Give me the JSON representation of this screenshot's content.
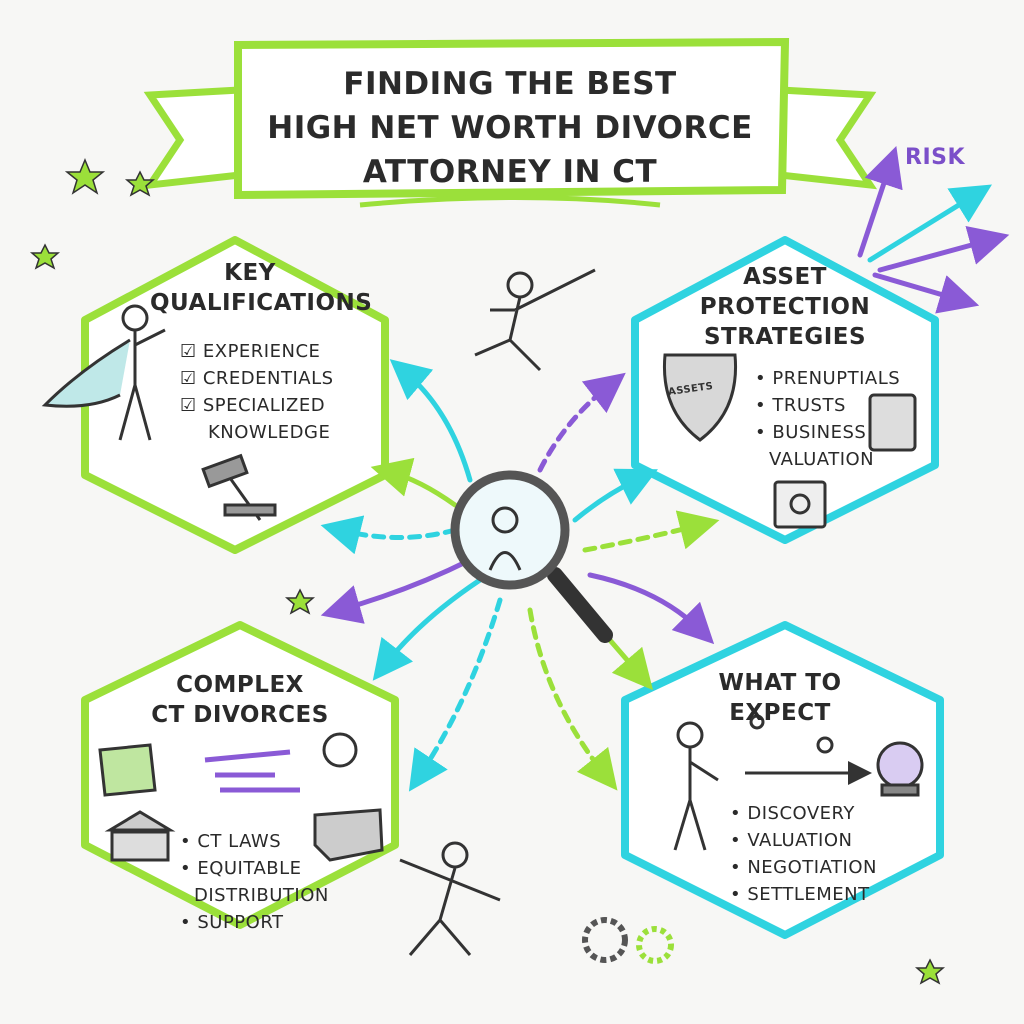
{
  "title": {
    "line1": "Finding the best",
    "line2": "High net worth divorce",
    "line3": "attorney in CT"
  },
  "risk_label": "Risk",
  "colors": {
    "lime": "#9be03a",
    "cyan": "#2fd3e0",
    "purple": "#8a5ad6",
    "ink": "#2a2a2a"
  },
  "sections": {
    "qualifications": {
      "title_line1": "Key",
      "title_line2": "Qualifications",
      "items": [
        "Experience",
        "Credentials",
        "Specialized",
        "Knowledge"
      ],
      "icons": [
        "superhero-icon",
        "checkbox-icon",
        "gavel-icon"
      ]
    },
    "asset_protection": {
      "title_line1": "Asset",
      "title_line2": "Protection",
      "title_line3": "Strategies",
      "shield_label": "Assets",
      "items": [
        "Prenuptials",
        "Trusts",
        "Business",
        "Valuation"
      ],
      "icons": [
        "shield-icon",
        "calculator-icon",
        "safe-icon"
      ]
    },
    "complex": {
      "title_line1": "Complex",
      "title_line2": "CT Divorces",
      "items": [
        "CT Laws",
        "Equitable",
        "Distribution",
        "Support"
      ],
      "icons": [
        "map-icon",
        "maze-icon",
        "compass-icon",
        "courthouse-icon",
        "connecticut-map-icon"
      ]
    },
    "expect": {
      "title_line1": "What to",
      "title_line2": "Expect",
      "items": [
        "Discovery",
        "Valuation",
        "Negotiation",
        "Settlement"
      ],
      "icons": [
        "gears-icon",
        "timeline-icon",
        "crystal-ball-icon"
      ]
    }
  },
  "center_icon": "magnifying-glass-icon"
}
